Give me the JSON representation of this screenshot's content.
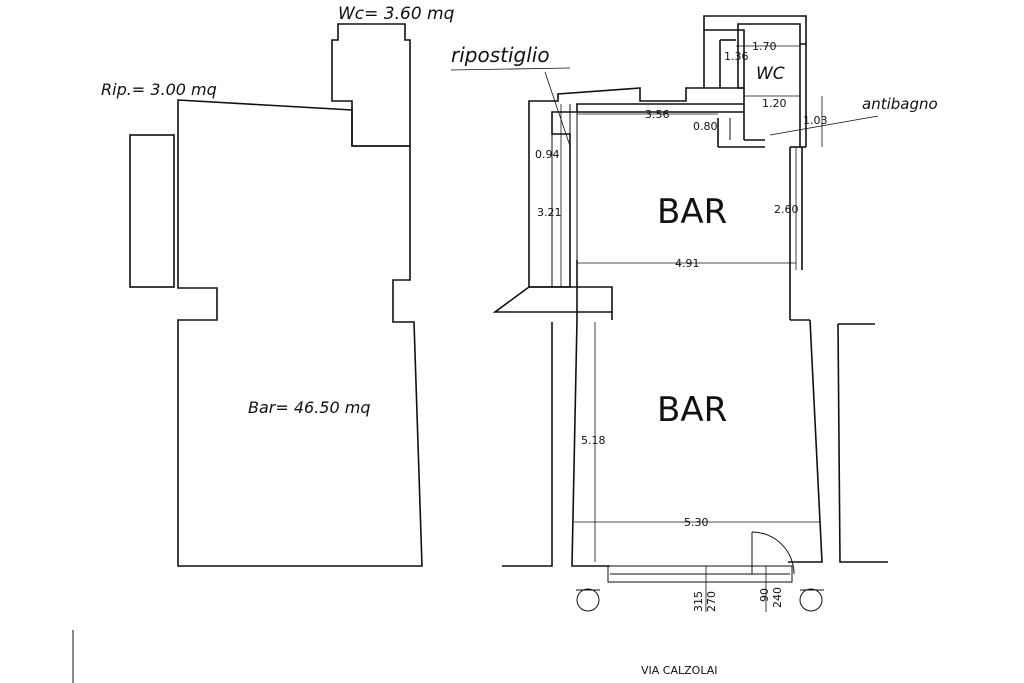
{
  "left_plan": {
    "wc_area": "Wc= 3.60 mq",
    "rip_area": "Rip.= 3.00 mq",
    "bar_area": "Bar= 46.50 mq"
  },
  "right_plan": {
    "ripostiglio_label": "ripostiglio",
    "wc_label": "WC",
    "antibagno_label": "antibagno",
    "bar_upper_label": "BAR",
    "bar_lower_label": "BAR",
    "dimensions": {
      "wc_width": "1.70",
      "wc_depth": "1.36",
      "antibagno_depth": "1.20",
      "antibagno_height": "1.03",
      "top_width": "3.56",
      "passage": "0.80",
      "rip_depth": "0.94",
      "rip_length": "3.21",
      "bar_upper_height": "2.60",
      "bar_upper_width": "4.91",
      "bar_lower_height": "5.18",
      "bar_lower_width": "5.30",
      "front_a": "315",
      "front_b": "270",
      "door_a": "90",
      "door_b": "240"
    }
  },
  "street": "VIA CALZOLAI"
}
